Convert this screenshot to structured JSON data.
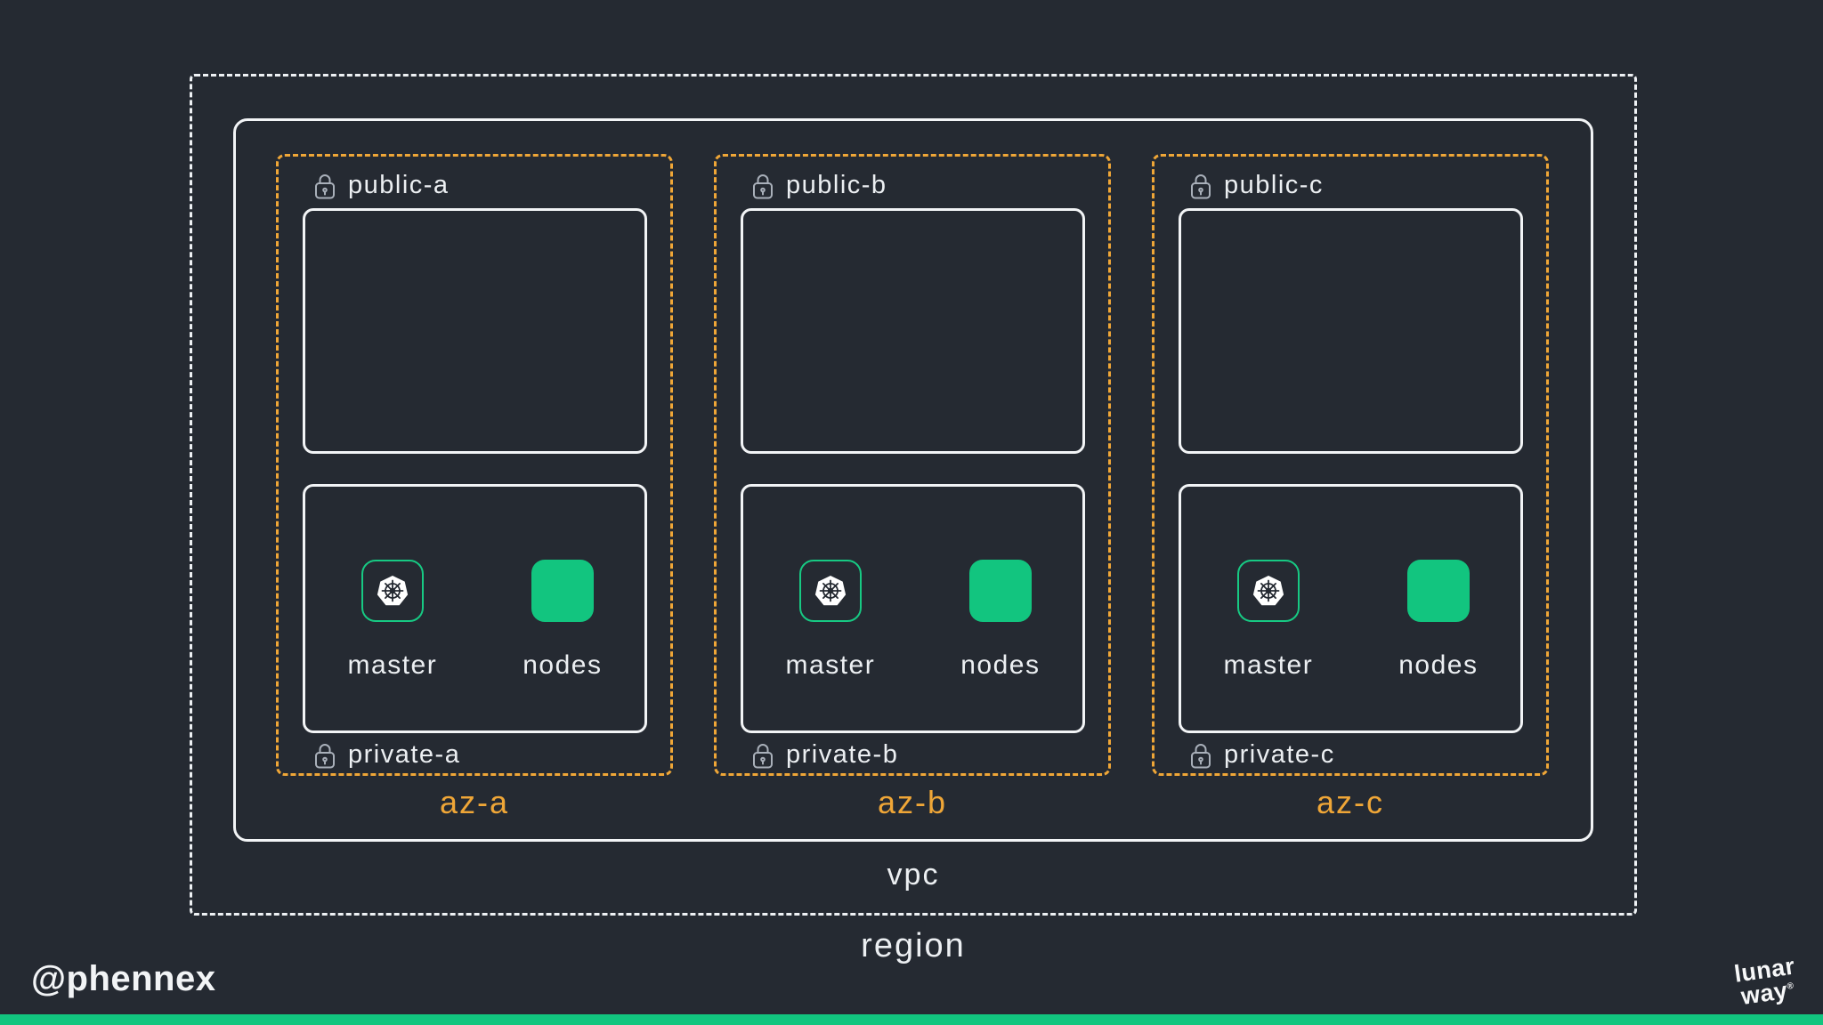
{
  "colors": {
    "background": "#252a32",
    "line_white": "#f2f4f6",
    "accent_orange": "#efa637",
    "accent_green": "#12c57f",
    "lock_gray": "#a9b0ba",
    "text_white": "#eceff2"
  },
  "region": {
    "label": "region"
  },
  "vpc": {
    "label": "vpc"
  },
  "azs": [
    {
      "label": "az-a",
      "public_label": "public-a",
      "private_label": "private-a",
      "master_label": "master",
      "nodes_label": "nodes"
    },
    {
      "label": "az-b",
      "public_label": "public-b",
      "private_label": "private-b",
      "master_label": "master",
      "nodes_label": "nodes"
    },
    {
      "label": "az-c",
      "public_label": "public-c",
      "private_label": "private-c",
      "master_label": "master",
      "nodes_label": "nodes"
    }
  ],
  "watermark": {
    "handle": "@phennex"
  },
  "brand": {
    "line1": "lunar",
    "line2": "way",
    "reg_mark": "®"
  }
}
